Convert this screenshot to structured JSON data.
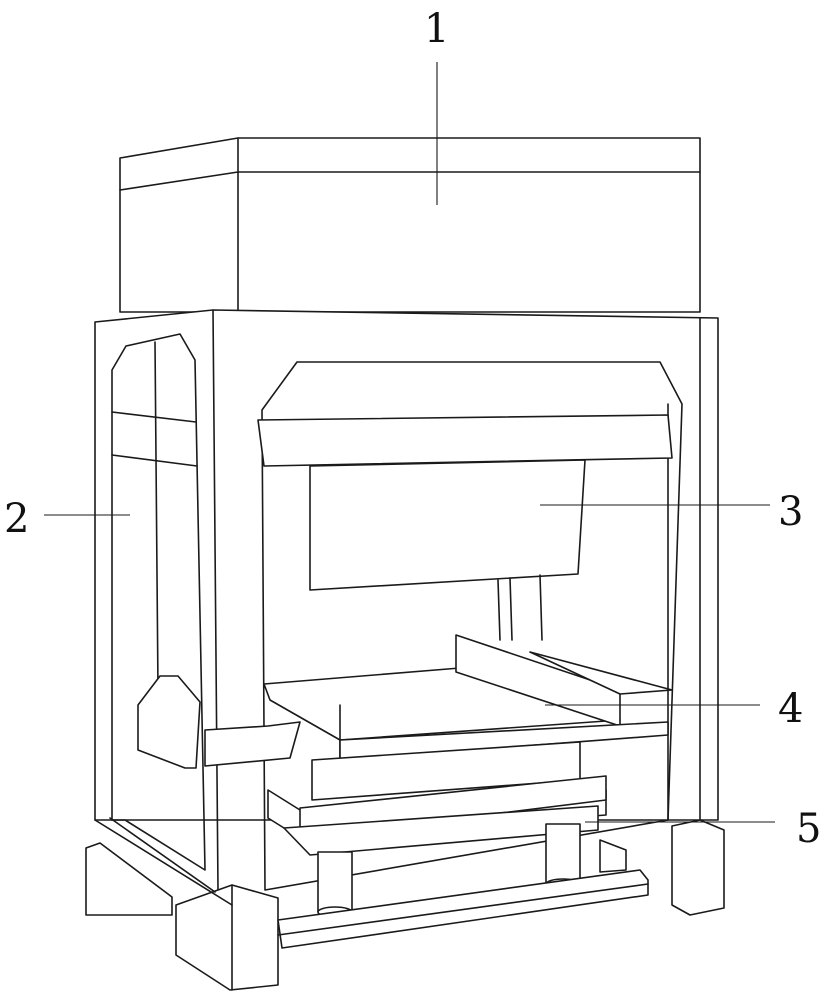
{
  "labels": {
    "l1": "1",
    "l2": "2",
    "l3": "3",
    "l4": "4",
    "l5": "5"
  },
  "colors": {
    "line": "#1a1a1a",
    "background": "#ffffff"
  }
}
